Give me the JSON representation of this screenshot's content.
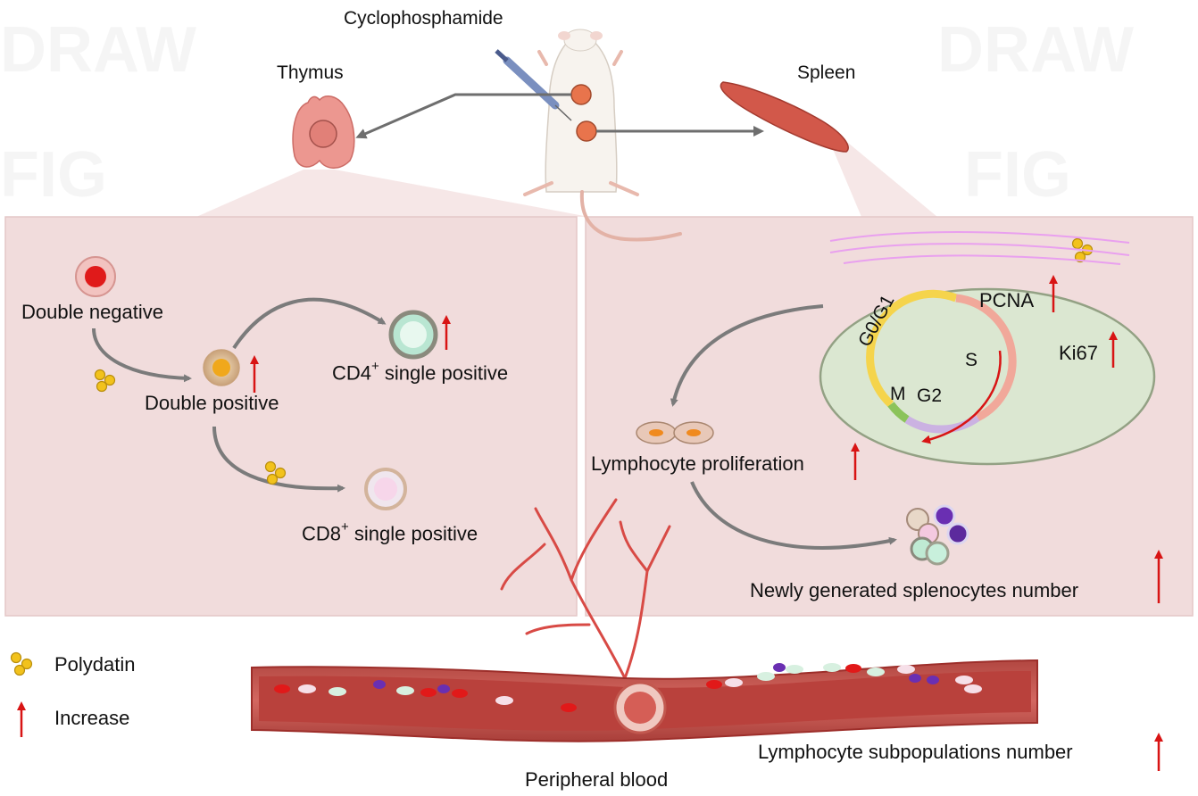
{
  "title": "Cyclophosphamide",
  "organs": {
    "thymus": "Thymus",
    "spleen": "Spleen"
  },
  "thymus_panel": {
    "double_negative": "Double negative",
    "double_positive": "Double positive",
    "cd4_main": "CD4",
    "cd4_sup": "+",
    "cd4_rest": " single positive",
    "cd8_main": "CD8",
    "cd8_sup": "+",
    "cd8_rest": " single positive"
  },
  "spleen_panel": {
    "cell_cycle": {
      "g0g1": "G0/G1",
      "s": "S",
      "m": "M",
      "g2": "G2"
    },
    "markers": [
      "PCNA",
      "Ki67"
    ],
    "lymphocyte_proliferation": "Lymphocyte proliferation",
    "newly_generated": "Newly generated splenocytes number"
  },
  "blood": {
    "label": "Peripheral blood",
    "subpopulations": "Lymphocyte subpopulations number"
  },
  "legend": {
    "polydatin": "Polydatin",
    "increase": "Increase"
  },
  "colors": {
    "panel_fill": "#f1dcdc",
    "increase_arrow": "#d81414",
    "flow_arrow": "#7b7b7b",
    "polydatin": "#f2c21c",
    "vessel": "#c8524c",
    "nucleus_fill": "#dbe7d1"
  }
}
